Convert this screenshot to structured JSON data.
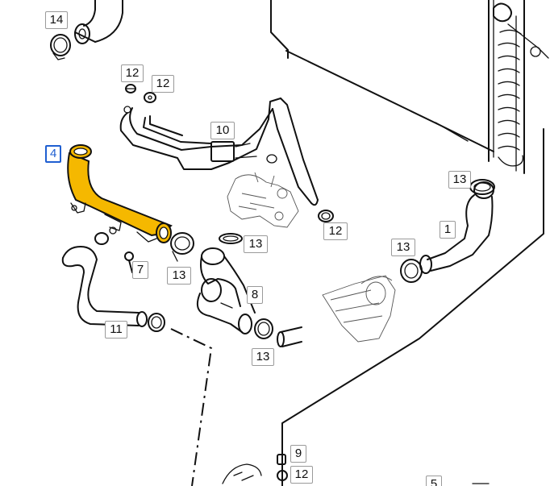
{
  "diagram": {
    "highlight_color": "#f5b800",
    "selected_color": "#1f5fd1",
    "callouts": [
      {
        "id": "c14",
        "label": "14",
        "selected": false
      },
      {
        "id": "c12a",
        "label": "12",
        "selected": false
      },
      {
        "id": "c12b",
        "label": "12",
        "selected": false
      },
      {
        "id": "c10",
        "label": "10",
        "selected": false
      },
      {
        "id": "c4",
        "label": "4",
        "selected": true
      },
      {
        "id": "c13a",
        "label": "13",
        "selected": false
      },
      {
        "id": "c12c",
        "label": "12",
        "selected": false
      },
      {
        "id": "c13b",
        "label": "13",
        "selected": false
      },
      {
        "id": "c1",
        "label": "1",
        "selected": false
      },
      {
        "id": "c7",
        "label": "7",
        "selected": false
      },
      {
        "id": "c13c",
        "label": "13",
        "selected": false
      },
      {
        "id": "c13d",
        "label": "13",
        "selected": false
      },
      {
        "id": "c8",
        "label": "8",
        "selected": false
      },
      {
        "id": "c11",
        "label": "11",
        "selected": false
      },
      {
        "id": "c13e",
        "label": "13",
        "selected": false
      },
      {
        "id": "c9",
        "label": "9",
        "selected": false
      },
      {
        "id": "c12d",
        "label": "12",
        "selected": false
      },
      {
        "id": "c5",
        "label": "5",
        "selected": false
      }
    ]
  }
}
